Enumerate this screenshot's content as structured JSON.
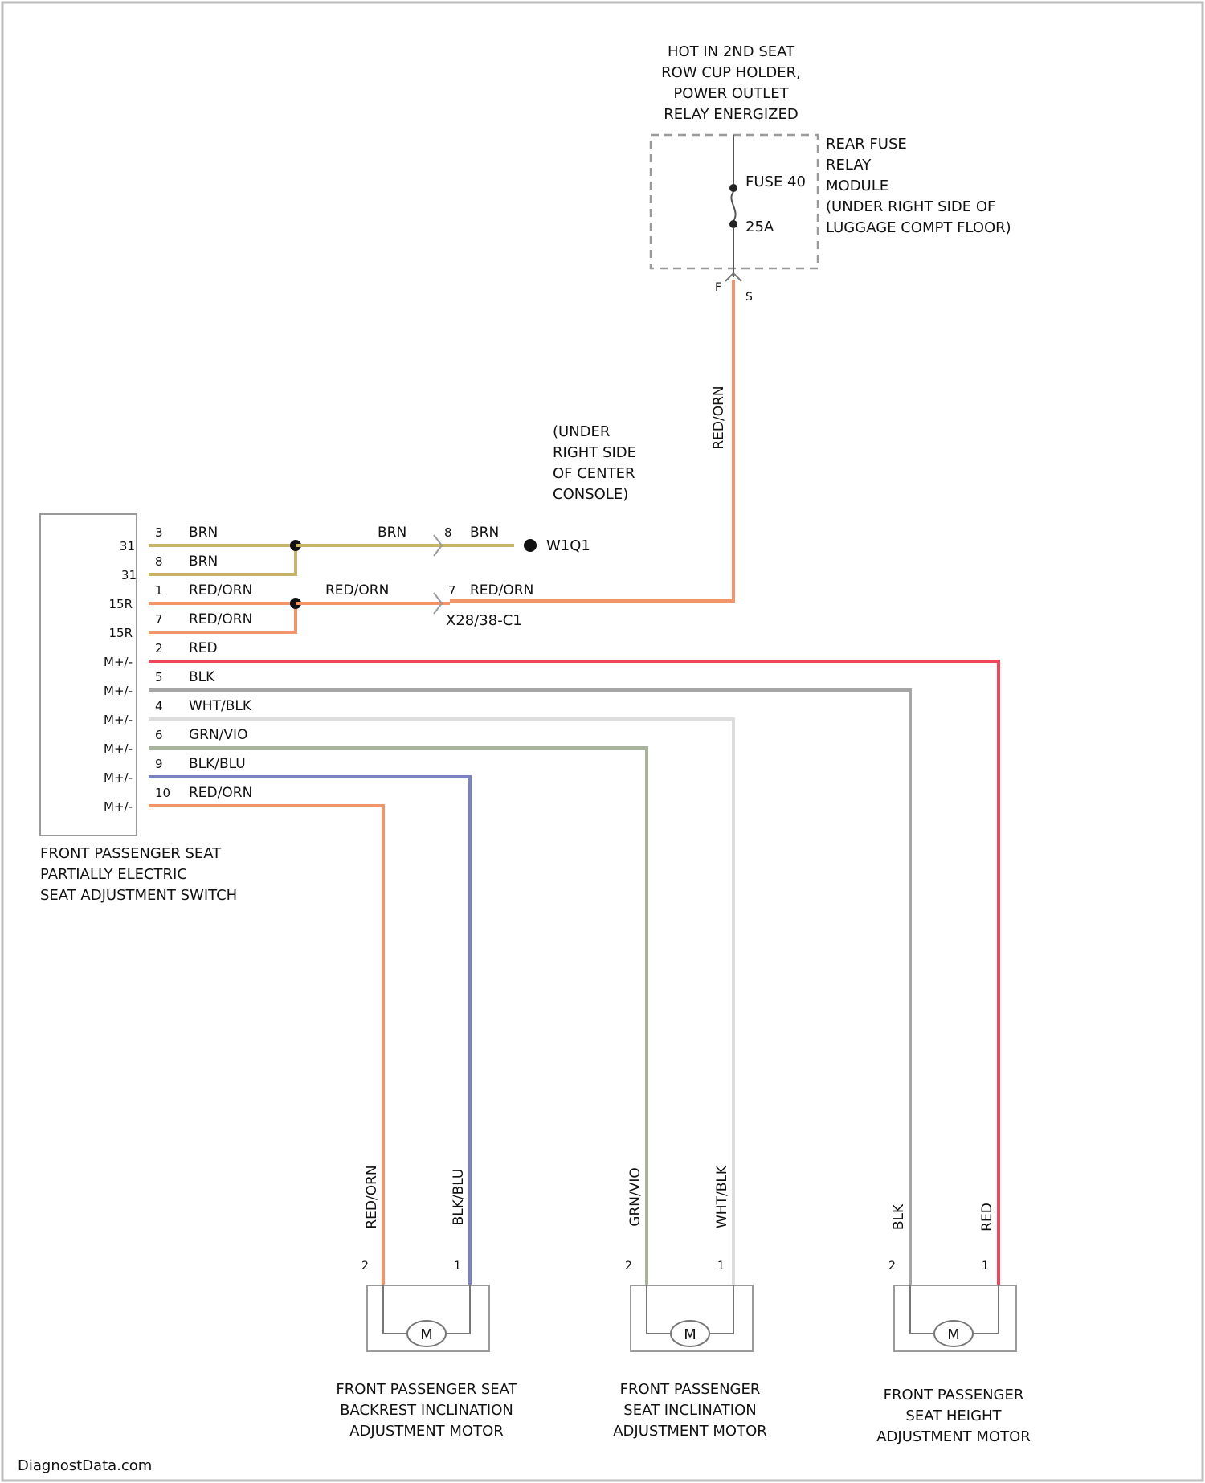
{
  "relay_box": {
    "title_lines": [
      "HOT IN 2ND SEAT",
      "ROW CUP HOLDER,",
      "POWER OUTLET",
      "RELAY ENERGIZED"
    ],
    "module_lines": [
      "REAR FUSE",
      "RELAY",
      "MODULE",
      "(UNDER RIGHT SIDE OF",
      "LUGGAGE COMPT FLOOR)"
    ],
    "fuse_label": "FUSE 40",
    "fuse_rating": "25A",
    "pin_left": "F",
    "pin_right": "S"
  },
  "feed_wire": {
    "color_label": "RED/ORN",
    "color": "#f2956a"
  },
  "location_note": [
    "(UNDER",
    "RIGHT SIDE",
    "OF CENTER",
    "CONSOLE)"
  ],
  "ground_label": "W1Q1",
  "connector_label": "X28/38-C1",
  "switch": {
    "caption_lines": [
      "FRONT PASSENGER SEAT",
      "PARTIALLY ELECTRIC",
      "SEAT ADJUSTMENT SWITCH"
    ],
    "terminals": [
      "31",
      "31",
      "15R",
      "15R",
      "M+/-",
      "M+/-",
      "M+/-",
      "M+/-",
      "M+/-",
      "M+/-"
    ],
    "pins": [
      {
        "num": "3",
        "color_label": "BRN"
      },
      {
        "num": "8",
        "color_label": "BRN"
      },
      {
        "num": "1",
        "color_label": "RED/ORN"
      },
      {
        "num": "7",
        "color_label": "RED/ORN"
      },
      {
        "num": "2",
        "color_label": "RED"
      },
      {
        "num": "5",
        "color_label": "BLK"
      },
      {
        "num": "4",
        "color_label": "WHT/BLK"
      },
      {
        "num": "6",
        "color_label": "GRN/VIO"
      },
      {
        "num": "9",
        "color_label": "BLK/BLU"
      },
      {
        "num": "10",
        "color_label": "RED/ORN"
      }
    ]
  },
  "splice_wires": [
    {
      "left_label": "BRN",
      "pin": "8",
      "right_label": "BRN"
    },
    {
      "left_label": "RED/ORN",
      "pin": "7",
      "right_label": "RED/ORN"
    }
  ],
  "colors": {
    "BRN": "#c9b36a",
    "RED/ORN": "#f2956a",
    "RED": "#f0455a",
    "BLK": "#a6a6a6",
    "WHT/BLK": "#dddddd",
    "GRN/VIO": "#a9b59a",
    "BLK/BLU": "#7b82c4"
  },
  "motors": [
    {
      "caption_lines": [
        "FRONT PASSENGER SEAT",
        "BACKREST INCLINATION",
        "ADJUSTMENT MOTOR"
      ],
      "left_wire": "RED/ORN",
      "right_wire": "BLK/BLU",
      "left_pin": "2",
      "right_pin": "1",
      "symbol": "M"
    },
    {
      "caption_lines": [
        "FRONT PASSENGER",
        "SEAT INCLINATION",
        "ADJUSTMENT MOTOR"
      ],
      "left_wire": "GRN/VIO",
      "right_wire": "WHT/BLK",
      "left_pin": "2",
      "right_pin": "1",
      "symbol": "M"
    },
    {
      "caption_lines": [
        "FRONT PASSENGER",
        "SEAT HEIGHT",
        "ADJUSTMENT MOTOR"
      ],
      "left_wire": "BLK",
      "right_wire": "RED",
      "left_pin": "2",
      "right_pin": "1",
      "symbol": "M"
    }
  ],
  "watermark": "DiagnostData.com"
}
